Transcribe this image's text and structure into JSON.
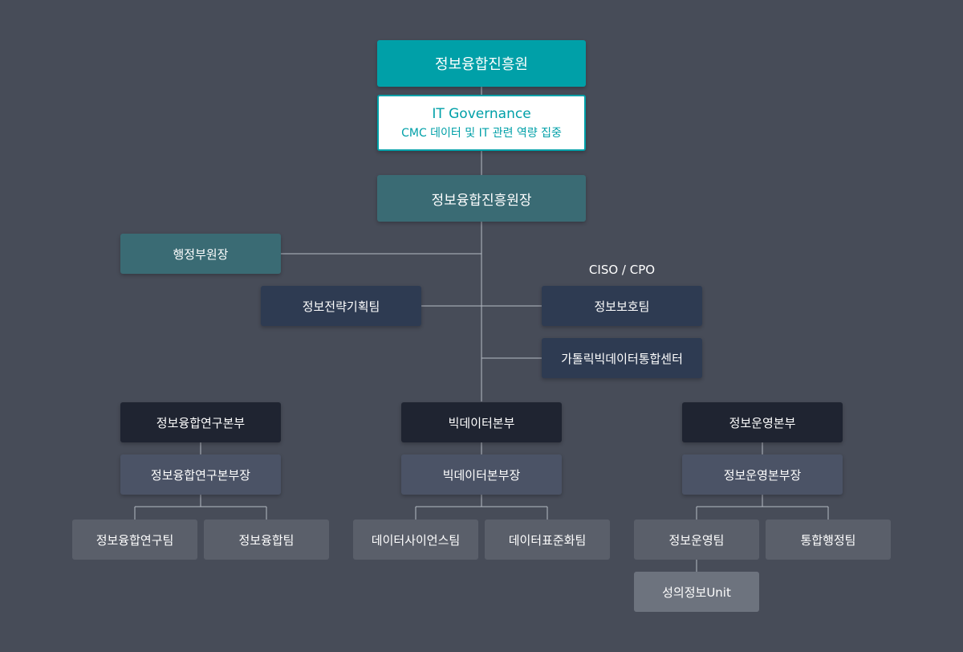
{
  "top": {
    "title": "정보융합진흥원"
  },
  "governance": {
    "title": "IT Governance",
    "subtitle": "CMC 데이터 및 IT 관련 역량 집중"
  },
  "director": {
    "title": "정보융합진흥원장"
  },
  "vice_director": {
    "title": "행정부원장"
  },
  "strategy_team": {
    "title": "정보전략기획팀"
  },
  "ciso_label": "CISO / CPO",
  "security_team": {
    "title": "정보보호팀"
  },
  "bigdata_center": {
    "title": "가톨릭빅데이터통합센터"
  },
  "divisions": [
    {
      "name": "정보융합연구본부",
      "head": "정보융합연구본부장",
      "teams": [
        "정보융합연구팀",
        "정보융합팀"
      ]
    },
    {
      "name": "빅데이터본부",
      "head": "빅데이터본부장",
      "teams": [
        "데이터사이언스팀",
        "데이터표준화팀"
      ]
    },
    {
      "name": "정보운영본부",
      "head": "정보운영본부장",
      "teams": [
        "정보운영팀",
        "통합행정팀"
      ]
    }
  ],
  "unit": {
    "title": "성의정보Unit"
  },
  "colors": {
    "background": "#474c58",
    "teal": "#00a0a8",
    "slate": "#3a6b74",
    "navy": "#2e3b52",
    "dark": "#1f2431",
    "division_head": "#4b5366",
    "team": "#5a5f6a",
    "unit": "#6d737e"
  }
}
